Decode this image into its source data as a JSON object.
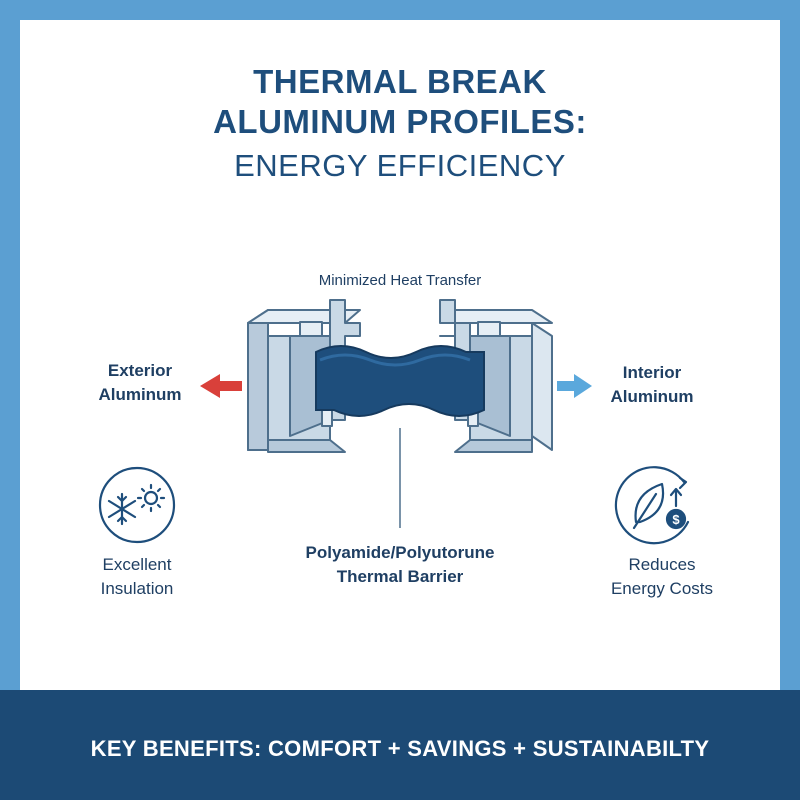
{
  "title": {
    "line1": "THERMAL BREAK",
    "line2": "ALUMINUM PROFILES:",
    "subtitle": "ENERGY EFFICIENCY"
  },
  "diagram": {
    "top_label": "Minimized Heat Transfer",
    "left_label": [
      "Exterior",
      "Aluminum"
    ],
    "right_label": [
      "Interior",
      "Aluminum"
    ],
    "barrier_label": [
      "Polyamide/Polyutorune",
      "Thermal Barrier"
    ],
    "colors": {
      "aluminum": "#c9d9e6",
      "barrier": "#1e4e7c",
      "hot_arrow": "#d9403a",
      "cool_arrow": "#5aa8dc"
    }
  },
  "benefits": {
    "left": {
      "icon": "snowflake-sun-icon",
      "label": [
        "Excellent",
        "Insulation"
      ]
    },
    "right": {
      "icon": "leaf-dollar-icon",
      "label": [
        "Reduces",
        "Energy Costs"
      ]
    }
  },
  "footer": {
    "text": "KEY BENEFITS: COMFORT + SAVINGS + SUSTAINABILTY"
  }
}
